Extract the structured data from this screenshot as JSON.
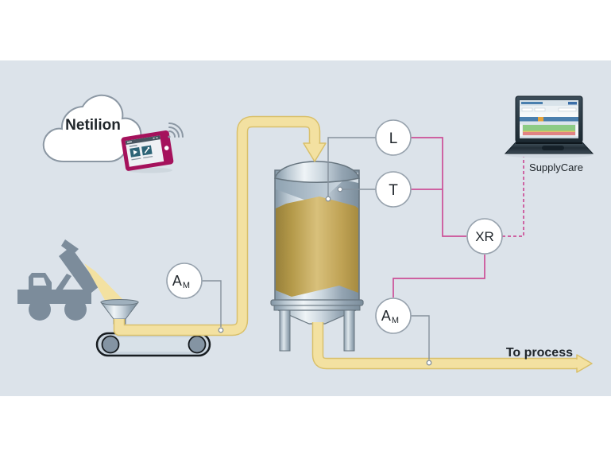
{
  "colors": {
    "canvas": "#dce3ea",
    "pipe-fill": "#f3e1a1",
    "pipe-edge": "#d9c06b",
    "magenta": "#cc4f97",
    "gray-line": "#86929d",
    "circle-stroke": "#97a2ad",
    "machine": "#7c8c9b",
    "tablet": "#a5125c",
    "ink": "#20262b"
  },
  "cloud": {
    "label": "Netilion"
  },
  "tablet": {
    "icons": [
      "play-icon",
      "tools-icon",
      "wifi-icon",
      "home-button"
    ]
  },
  "laptop": {
    "caption": "SupplyCare"
  },
  "instruments": {
    "level": {
      "label": "L"
    },
    "temperature": {
      "label": "T"
    },
    "recorder": {
      "label": "XR"
    },
    "feed_flow": {
      "label": "A",
      "subscript": "M"
    },
    "outlet_flow": {
      "label": "A",
      "subscript": "M"
    }
  },
  "flow": {
    "to_process": "To process"
  }
}
